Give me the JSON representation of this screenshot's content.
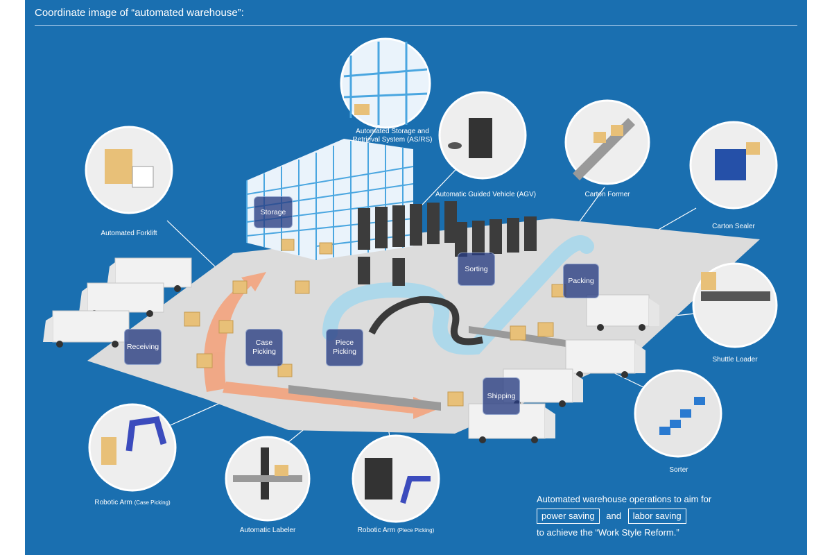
{
  "title": "Coordinate image of “automated warehouse”:",
  "colors": {
    "background": "#1a6fb0",
    "zone_badge": "#2c3c82",
    "floor": "#dcdcdc",
    "flow_arrow": "#f4a078",
    "trail": "#9ed7ef"
  },
  "zones": {
    "storage": "Storage",
    "receiving": "Receiving",
    "case_picking": "Case\nPicking",
    "piece_picking": "Piece\nPicking",
    "sorting": "Sorting",
    "packing": "Packing",
    "shipping": "Shipping"
  },
  "callouts": {
    "asrs": "Automated Storage and",
    "asrs_line2": "Retrieval System (AS/RS)",
    "agv": "Automatic Guided Vehicle (AGV)",
    "forklift": "Automated Forklift",
    "carton_former": "Carton Former",
    "carton_sealer": "Carton Sealer",
    "shuttle_loader": "Shuttle Loader",
    "sorter": "Sorter",
    "robotic_arm_case": "Robotic Arm",
    "robotic_arm_case_sub": "(Case Picking)",
    "automatic_labeler": "Automatic Labeler",
    "robotic_arm_piece": "Robotic Arm",
    "robotic_arm_piece_sub": "(Piece Picking)"
  },
  "closing": {
    "line1": "Automated warehouse operations to aim for",
    "box1": "power saving",
    "and": "and",
    "box2": "labor saving",
    "line3": "to achieve the “Work Style Reform.”"
  }
}
